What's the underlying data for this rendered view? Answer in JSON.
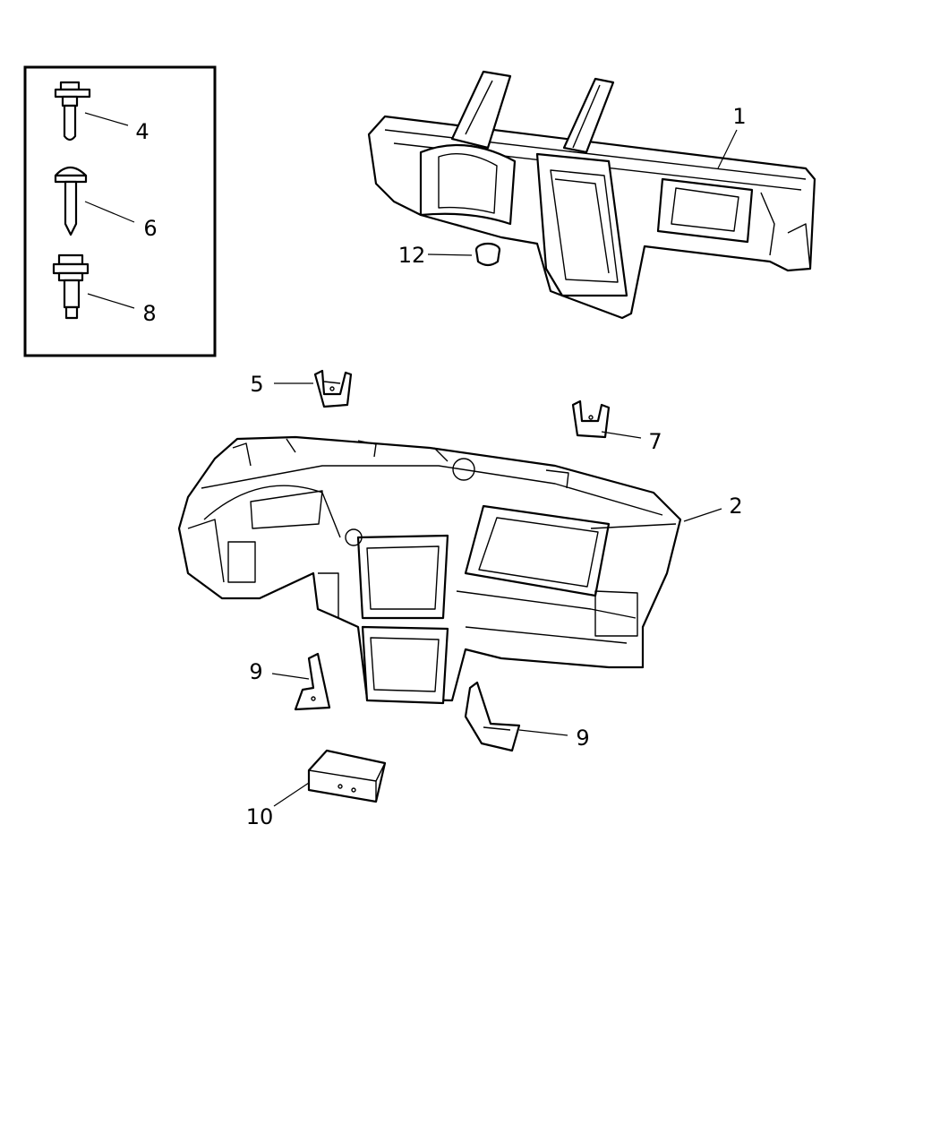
{
  "callouts": [
    {
      "id": "c1",
      "label": "1"
    },
    {
      "id": "c2",
      "label": "2"
    },
    {
      "id": "c4",
      "label": "4"
    },
    {
      "id": "c5",
      "label": "5"
    },
    {
      "id": "c6",
      "label": "6"
    },
    {
      "id": "c7",
      "label": "7"
    },
    {
      "id": "c8",
      "label": "8"
    },
    {
      "id": "c9a",
      "label": "9"
    },
    {
      "id": "c9b",
      "label": "9"
    },
    {
      "id": "c10",
      "label": "10"
    },
    {
      "id": "c12",
      "label": "12"
    }
  ]
}
